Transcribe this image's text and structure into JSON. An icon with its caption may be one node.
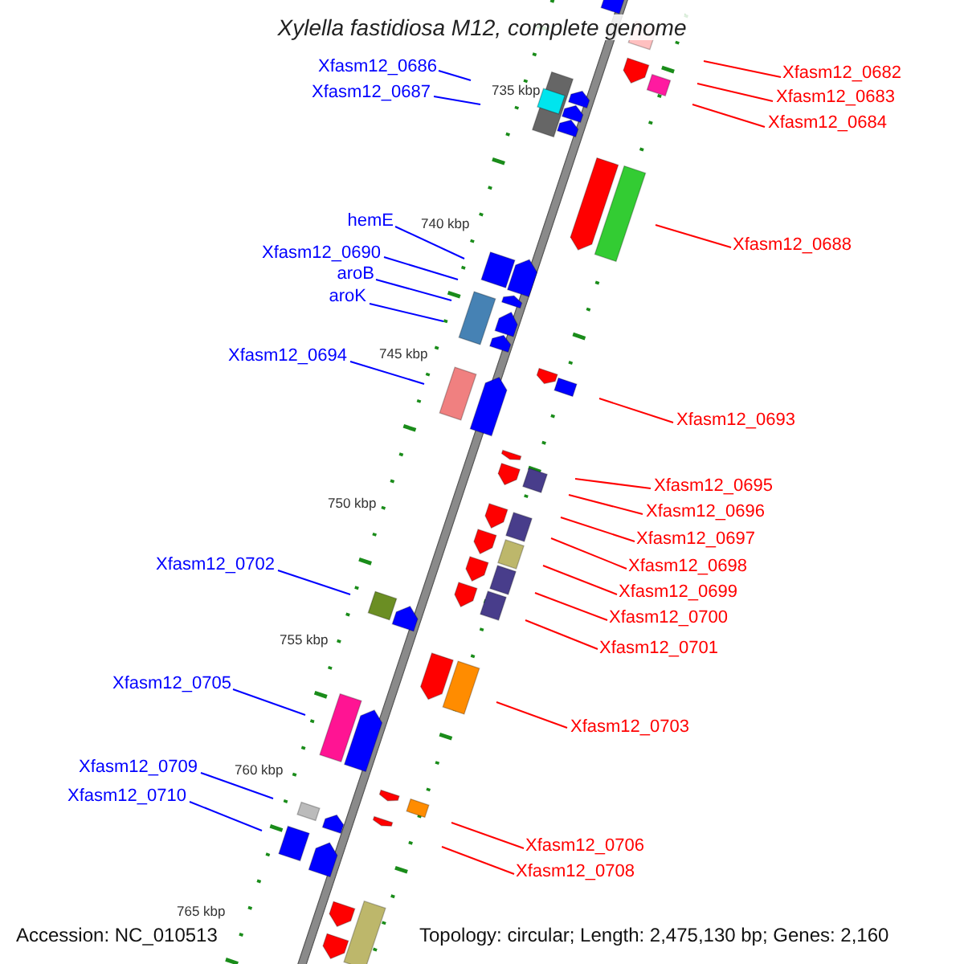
{
  "diagram": {
    "title": "Xylella fastidiosa M12, complete genome",
    "nodes": [
      {
        "text": [
          "Xfasm12_0686"
        ]
      },
      {
        "text": [
          "Xfasm12_0687"
        ]
      },
      {
        "text": [
          "hemE"
        ]
      },
      {
        "text": [
          "Xfasm12_0690"
        ]
      },
      {
        "text": [
          "aroB"
        ]
      },
      {
        "text": [
          "aroK"
        ]
      },
      {
        "text": [
          "Xfasm12_0694"
        ]
      },
      {
        "text": [
          "Xfasm12_0702"
        ]
      },
      {
        "text": [
          "Xfasm12_0705"
        ]
      },
      {
        "text": [
          "Xfasm12_0709"
        ]
      },
      {
        "text": [
          "Xfasm12_0710"
        ]
      },
      {
        "text": [
          "Xfasm12_0682"
        ]
      },
      {
        "text": [
          "Xfasm12_0683"
        ]
      },
      {
        "text": [
          "Xfasm12_0684"
        ]
      },
      {
        "text": [
          "Xfasm12_0688"
        ]
      },
      {
        "text": [
          "Xfasm12_0693"
        ]
      },
      {
        "text": [
          "Xfasm12_0695"
        ]
      },
      {
        "text": [
          "Xfasm12_0696"
        ]
      },
      {
        "text": [
          "Xfasm12_0697"
        ]
      },
      {
        "text": [
          "Xfasm12_0698"
        ]
      },
      {
        "text": [
          "Xfasm12_0699"
        ]
      },
      {
        "text": [
          "Xfasm12_0700"
        ]
      },
      {
        "text": [
          "Xfasm12_0701"
        ]
      },
      {
        "text": [
          "Xfasm12_0703"
        ]
      },
      {
        "text": [
          "Xfasm12_0706"
        ]
      },
      {
        "text": [
          "Xfasm12_0708"
        ]
      }
    ],
    "edges": [
      {
        "from": 0,
        "to": null,
        "arrow": "none",
        "color": "#0000ff"
      },
      {
        "from": 1,
        "to": null,
        "arrow": "none",
        "color": "#0000ff"
      },
      {
        "from": 2,
        "to": null,
        "arrow": "none",
        "color": "#0000ff"
      },
      {
        "from": 3,
        "to": null,
        "arrow": "none",
        "color": "#0000ff"
      },
      {
        "from": 4,
        "to": null,
        "arrow": "none",
        "color": "#0000ff"
      },
      {
        "from": 5,
        "to": null,
        "arrow": "none",
        "color": "#0000ff"
      },
      {
        "from": 6,
        "to": null,
        "arrow": "none",
        "color": "#0000ff"
      },
      {
        "from": 7,
        "to": null,
        "arrow": "none",
        "color": "#0000ff"
      },
      {
        "from": 8,
        "to": null,
        "arrow": "none",
        "color": "#0000ff"
      },
      {
        "from": 9,
        "to": null,
        "arrow": "none",
        "color": "#0000ff"
      },
      {
        "from": 10,
        "to": null,
        "arrow": "none",
        "color": "#0000ff"
      },
      {
        "from": 11,
        "to": null,
        "arrow": "none"
      },
      {
        "from": 12,
        "to": null,
        "arrow": "none"
      },
      {
        "from": 13,
        "to": null,
        "arrow": "none"
      },
      {
        "from": 14,
        "to": null,
        "arrow": "none"
      },
      {
        "from": 15,
        "to": null,
        "arrow": "none"
      },
      {
        "from": 16,
        "to": null,
        "arrow": "none"
      },
      {
        "from": 17,
        "to": null,
        "arrow": "none"
      },
      {
        "from": 18,
        "to": null,
        "arrow": "none"
      },
      {
        "from": 19,
        "to": null,
        "arrow": "none"
      },
      {
        "from": 20,
        "to": null,
        "arrow": "none"
      },
      {
        "from": 21,
        "to": null,
        "arrow": "none"
      },
      {
        "from": 22,
        "to": null,
        "arrow": "none"
      },
      {
        "from": 23,
        "to": null,
        "arrow": "none"
      },
      {
        "from": 24,
        "to": null,
        "arrow": "none"
      },
      {
        "from": 25,
        "to": null,
        "arrow": "none"
      }
    ],
    "labels": [
      "735 kbp",
      "740 kbp",
      "745 kbp",
      "750 kbp",
      "755 kbp",
      "760 kbp",
      "765 kbp",
      "Accession: NC_010513",
      "Topology: circular; Length: 2,475,130 bp; Genes: 2,160"
    ]
  }
}
